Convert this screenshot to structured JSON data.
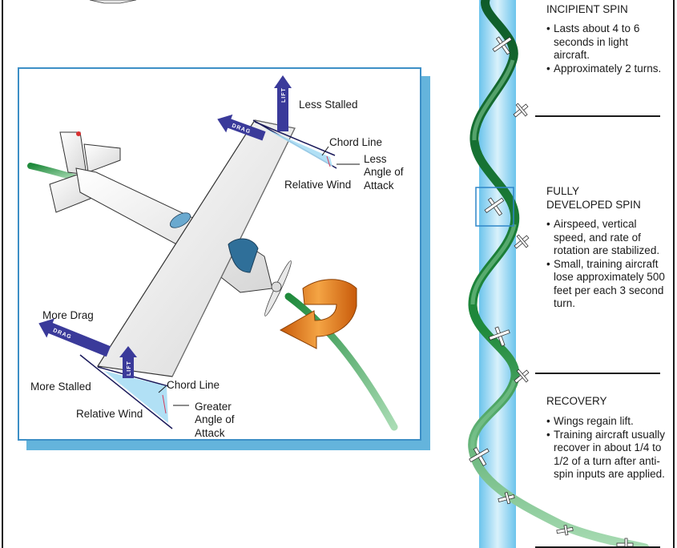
{
  "diagram": {
    "labels": {
      "less_stalled": "Less Stalled",
      "chord_line_top": "Chord Line",
      "less": "Less",
      "angle_of_top": "Angle of",
      "attack_top": "Attack",
      "relative_wind_top": "Relative Wind",
      "more_drag": "More Drag",
      "more_stalled": "More Stalled",
      "chord_line_bottom": "Chord Line",
      "relative_wind_bottom": "Relative Wind",
      "greater": "Greater",
      "angle_of_bottom": "Angle of",
      "attack_bottom": "Attack"
    },
    "arrow_text": {
      "drag_top": "DRAG",
      "lift_top": "LIFT",
      "drag_bottom": "DRAG",
      "lift_bottom": "LIFT"
    },
    "colors": {
      "inset_border": "#3d8fc6",
      "inset_shadow": "#64b4dc",
      "force_arrow": "#3a3a9a",
      "spin_path": "#1f8a3c",
      "rotation_arrow": "#e07a18",
      "vertical_axis": "#9fd6ef"
    }
  },
  "phases": {
    "incipient": {
      "title": "INCIPIENT SPIN",
      "bullets": [
        "Lasts about 4 to 6 seconds in light aircraft.",
        "Approximately 2 turns."
      ]
    },
    "fully_developed": {
      "title_line1": "FULLY",
      "title_line2": "DEVELOPED SPIN",
      "bullets": [
        "Airspeed, vertical speed, and rate of rotation are stabilized.",
        "Small, training aircraft lose approximately 500 feet per each 3 second turn."
      ]
    },
    "recovery": {
      "title": "RECOVERY",
      "bullets": [
        "Wings regain lift.",
        "Training aircraft usually recover in about 1/4 to 1/2 of a turn after anti-spin inputs are applied."
      ]
    }
  }
}
